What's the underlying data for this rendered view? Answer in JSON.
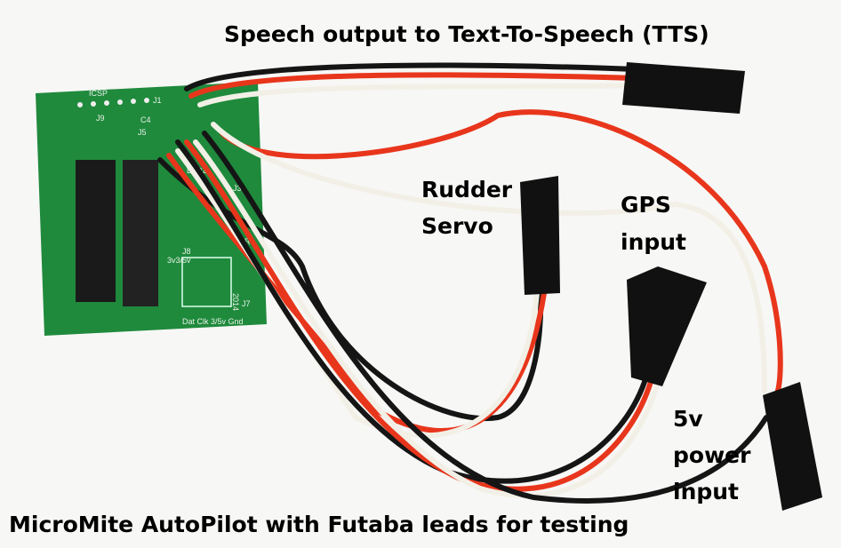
{
  "labels": {
    "tts": "Speech output to Text-To-Speech (TTS)",
    "rudder_line1": "Rudder",
    "rudder_line2": "Servo",
    "gps_line1": "GPS",
    "gps_line2": "input",
    "power_line1": "5v",
    "power_line2": "power",
    "power_line3": "input",
    "caption": "MicroMite AutoPilot with Futaba leads for testing"
  },
  "board_silkscreen": {
    "icsp": "ICSP",
    "j1": "J1",
    "j9": "J9",
    "c4": "C4",
    "j5": "J5",
    "led2": "LED2",
    "j3": "J3",
    "r3": "R3",
    "j8": "J8",
    "j8_sub": "3v3/5v",
    "year": "2014",
    "j7": "J7",
    "pins": "Dat Clk 3/5v Gnd"
  },
  "colors": {
    "pcb": "#1f8a3c",
    "wire_red": "#e8361c",
    "wire_black": "#151515",
    "wire_white": "#f2f0e6",
    "connector": "#111111"
  }
}
